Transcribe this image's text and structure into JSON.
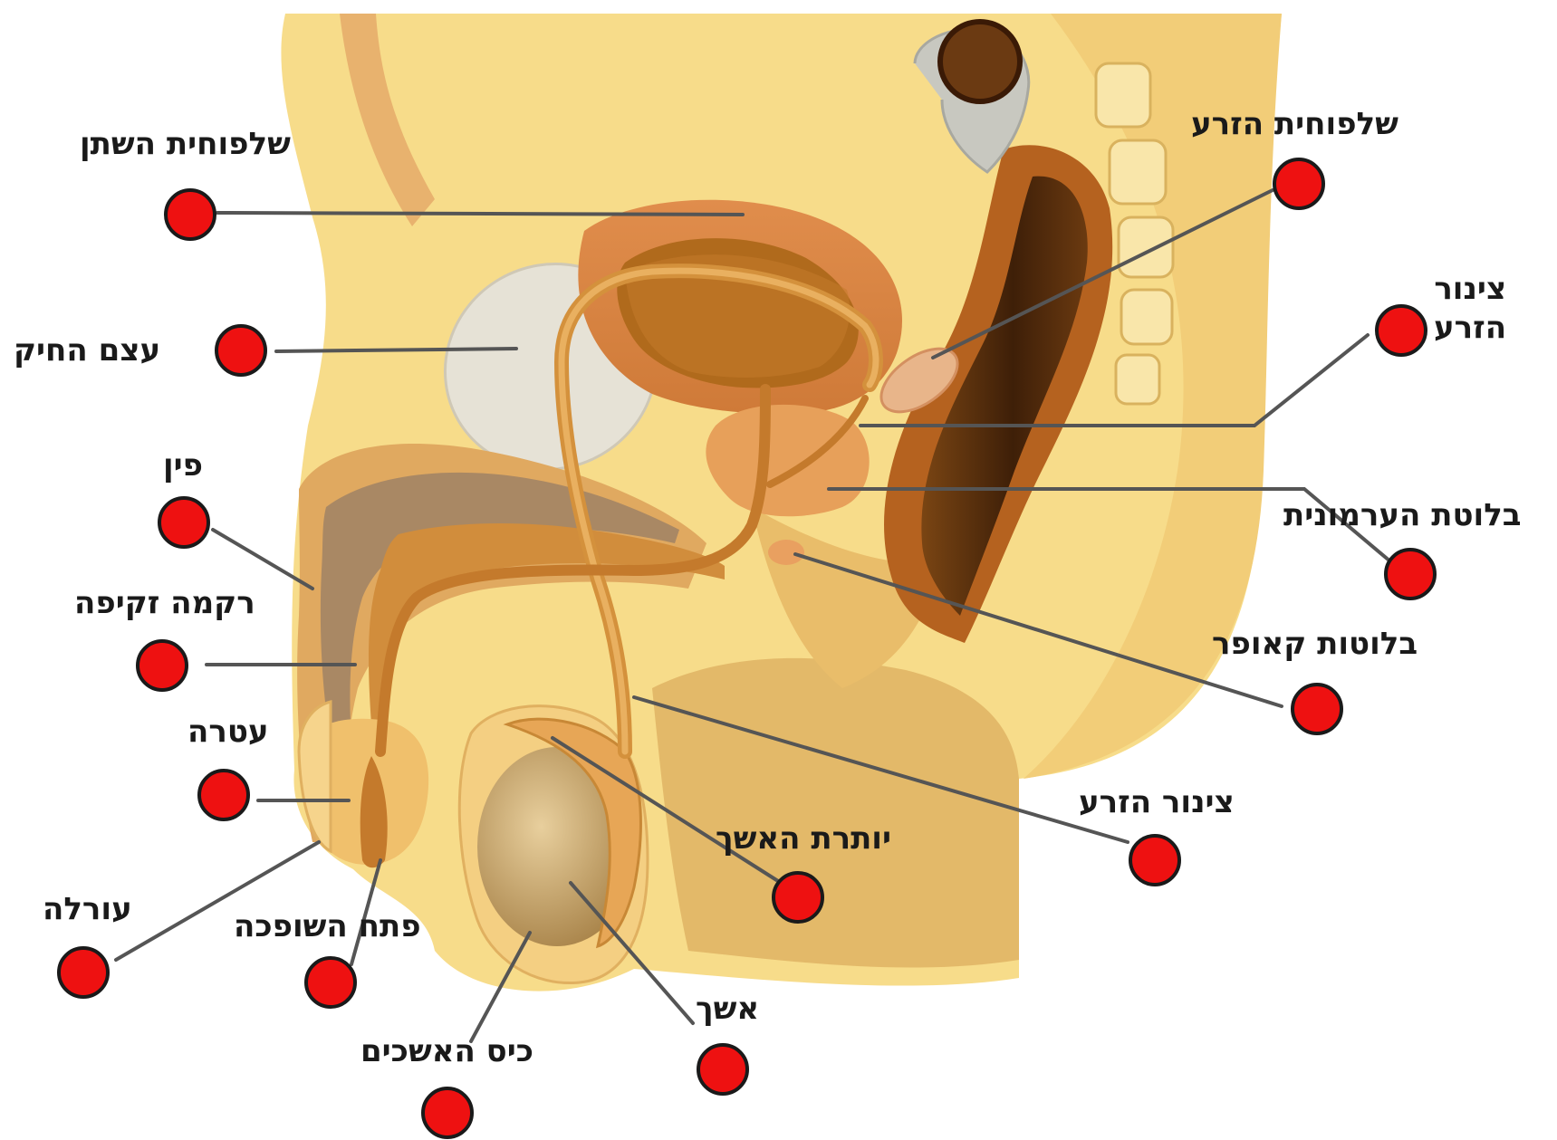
{
  "diagram": {
    "labels": [
      {
        "id": "bladder",
        "text": "שלפוחית השתן"
      },
      {
        "id": "pubic-bone",
        "text": "עצם החיק"
      },
      {
        "id": "penis",
        "text": "פין"
      },
      {
        "id": "erectile-tissue",
        "text": "רקמה זקיפה"
      },
      {
        "id": "glans",
        "text": "עטרה"
      },
      {
        "id": "foreskin",
        "text": "עורלה"
      },
      {
        "id": "urethral-opening",
        "text": "פתח השופכה"
      },
      {
        "id": "scrotum",
        "text": "כיס האשכים"
      },
      {
        "id": "testis",
        "text": "אשך"
      },
      {
        "id": "epididymis",
        "text": "יותרת האשך"
      },
      {
        "id": "vas-deferens-lower",
        "text": "צינור הזרע"
      },
      {
        "id": "cowper-glands",
        "text": "בלוטות קאופר"
      },
      {
        "id": "prostate",
        "text": "בלוטת הערמונית"
      },
      {
        "id": "vas-deferens-upper",
        "text": "צינור\nהזרע"
      },
      {
        "id": "seminal-vesicle",
        "text": "שלפוחית הזרע"
      }
    ],
    "marker_color": "#ee1111",
    "line_color": "#555555",
    "colors": {
      "tissue": "#f7dc8a",
      "tissue_dark": "#e2b45a",
      "bladder": "#e29255",
      "bladder_inner": "#b06a1c",
      "bone": "#e6e2d6",
      "rectum": "#5a3010",
      "cavity": "#bcd8ee",
      "testis": "#c9a46a"
    }
  }
}
